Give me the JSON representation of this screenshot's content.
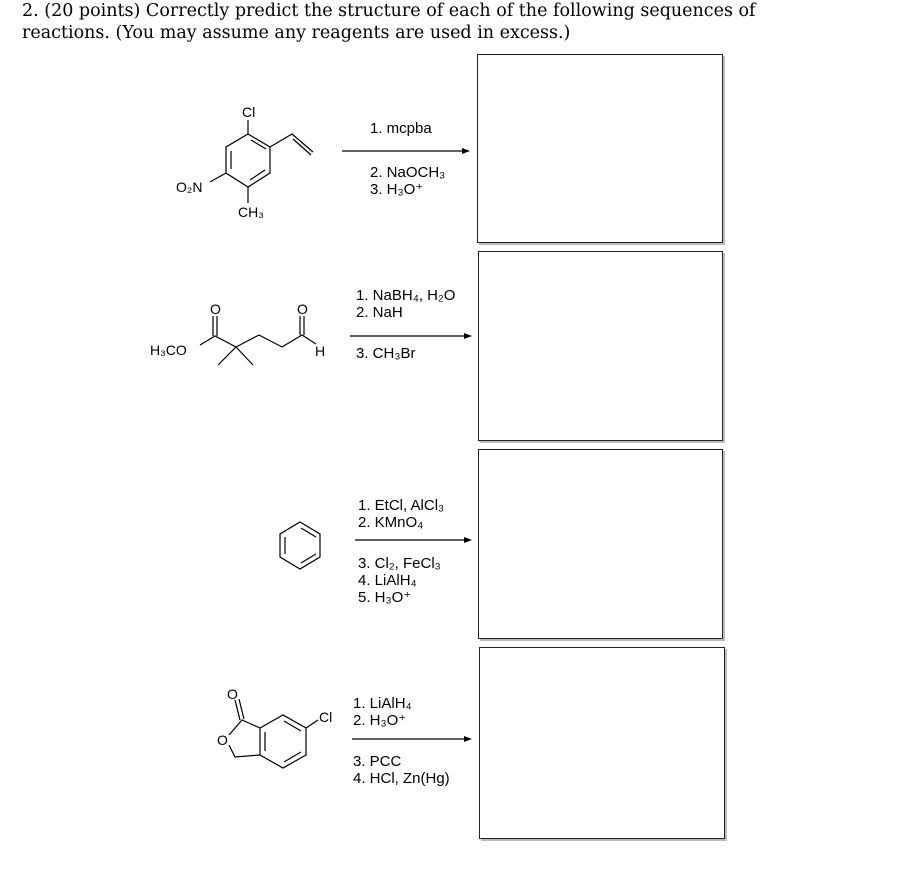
{
  "question": {
    "line1": "2. (20 points) Correctly predict the structure of each of the following sequences of",
    "line2": "reactions.  (You may assume any reagents are used in excess.)"
  },
  "reactions": [
    {
      "atoms": {
        "cl": "Cl",
        "no2": "O₂N",
        "ch3": "CH₃"
      },
      "above": [
        "1. mcpba"
      ],
      "below": [
        "2. NaOCH₃",
        "3. H₃O⁺"
      ]
    },
    {
      "atoms": {
        "h3co": "H₃CO",
        "o1": "O",
        "o2": "O",
        "h": "H"
      },
      "above": [
        "1. NaBH₄, H₂O",
        "2. NaH"
      ],
      "below": [
        "3. CH₃Br"
      ]
    },
    {
      "atoms": {},
      "above": [
        "1. EtCl, AlCl₃",
        "2. KMnO₄"
      ],
      "below": [
        "3. Cl₂, FeCl₃",
        "4. LiAlH₄",
        "5. H₃O⁺"
      ]
    },
    {
      "atoms": {
        "o1": "O",
        "o2": "O",
        "cl": "Cl"
      },
      "above": [
        "1. LiAlH₄",
        "2. H₃O⁺"
      ],
      "below": [
        "3. PCC",
        "4. HCl, Zn(Hg)"
      ]
    }
  ]
}
